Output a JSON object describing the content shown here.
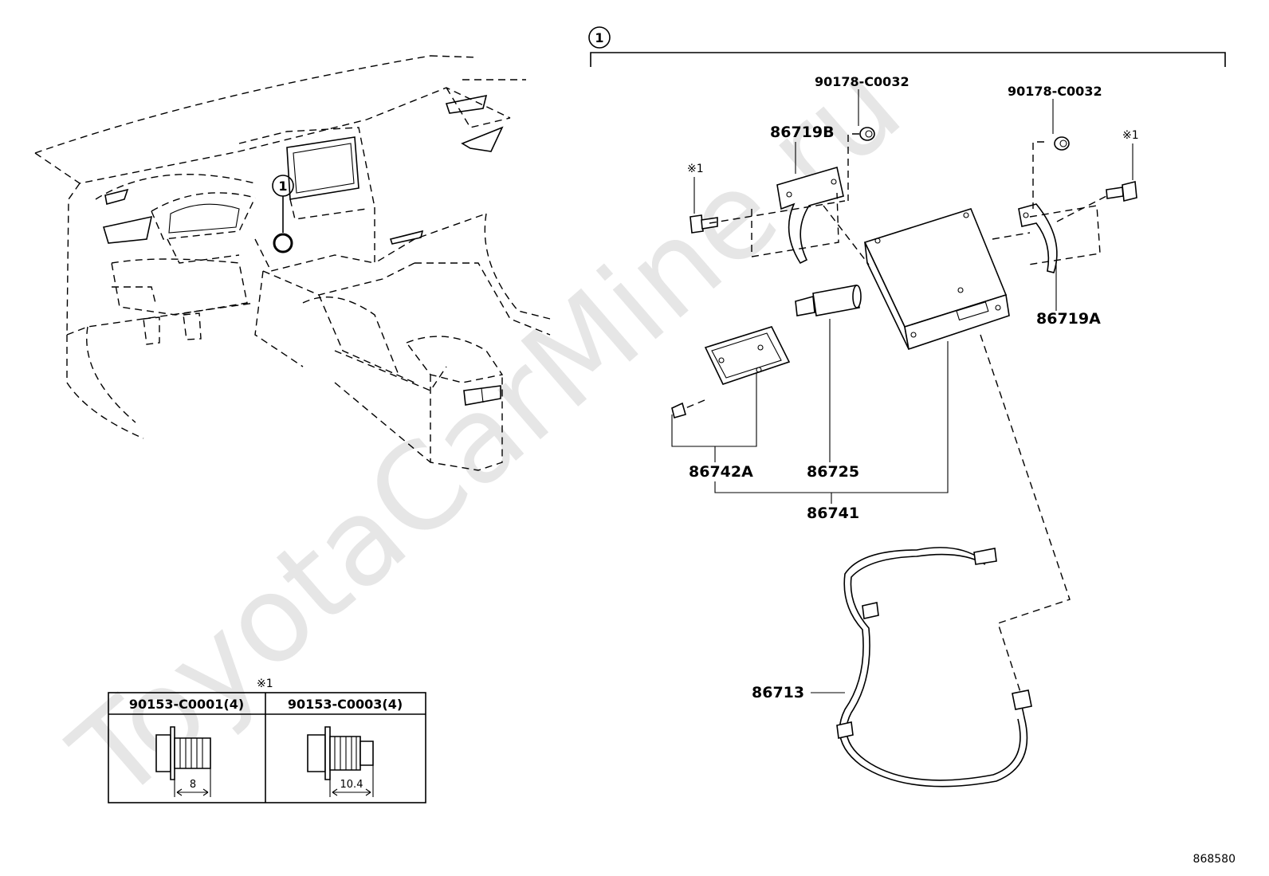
{
  "watermark": "ToyotaCarMine.ru",
  "callouts": {
    "assembly_number": "1",
    "dashboard_number": "1",
    "note_mark": "※1"
  },
  "parts": {
    "p90178_left": "90178-C0032",
    "p90178_right": "90178-C0032",
    "p86719B": "86719B",
    "p86719A": "86719A",
    "p86742A": "86742A",
    "p86725": "86725",
    "p86741": "86741",
    "p86713": "86713"
  },
  "bolt_table": {
    "header_mark": "※1",
    "columns": [
      {
        "part": "90153-C0001(4)",
        "dimension": "8"
      },
      {
        "part": "90153-C0003(4)",
        "dimension": "10.4"
      }
    ]
  },
  "diagram_code": "868580"
}
